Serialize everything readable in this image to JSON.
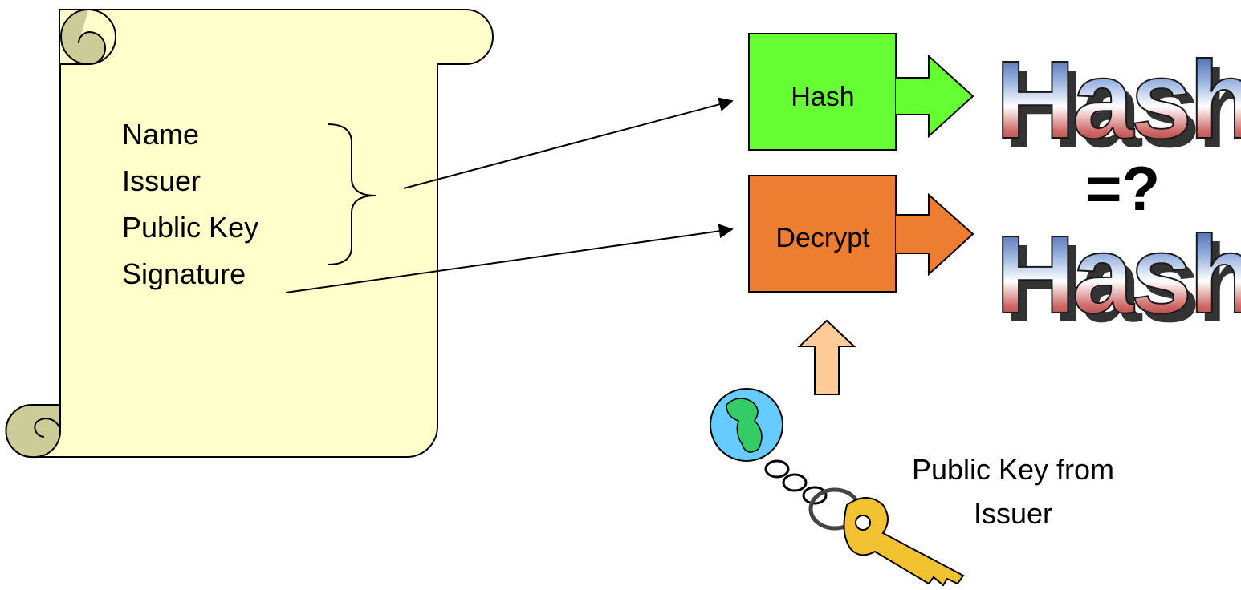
{
  "certificate": {
    "fields": [
      "Name",
      "Issuer",
      "Public Key",
      "Signature"
    ]
  },
  "hash_box": {
    "label": "Hash",
    "color": "#66ff33"
  },
  "decrypt_box": {
    "label": "Decrypt",
    "color": "#ed7d31"
  },
  "result_top": "Hash",
  "result_bottom": "Hash",
  "comparison": "=?",
  "key_caption": {
    "line1": "Public Key from",
    "line2": "Issuer"
  },
  "colors": {
    "scroll_fill": "#ffffcc",
    "scroll_curl": "#cccc99",
    "up_arrow": "#ffcc99",
    "key_gold": "#f2c230",
    "globe_water": "#66ccff",
    "globe_land": "#33cc66"
  }
}
